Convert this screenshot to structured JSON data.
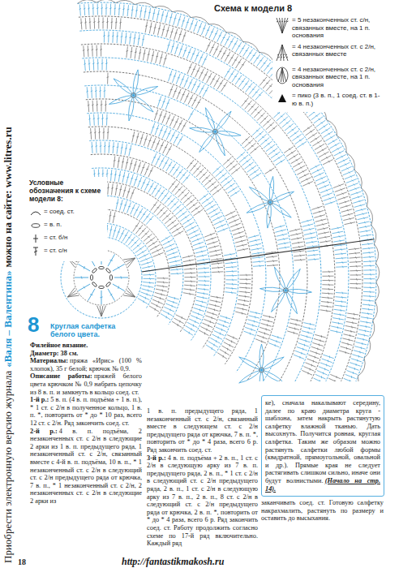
{
  "diagram": {
    "title": "Схема к модели 8",
    "nodes": [
      {
        "text": [
          "ке), сначала накалывают середину, далее по краю диаметра круга - шаблона, затем накрыть растянутую салфетку влажной тканью. Дать высохнуть. Получится ровная, круглая салфетка. Таким же образом можно растянуть салфетки любой формы (квадратной, прямоугольной, овальной и др.). Прямые края не следует растягивать слишком сильно, иначе они будут волнистыми.",
          "(Начало на стр. 14)."
        ]
      }
    ],
    "labels": [
      "Приобрести электронную версию журнала",
      "«Валя – Валентина»",
      "можно на сайте: www.litres.ru",
      "Условные обозначения к схеме модели 8:",
      "8",
      "Круглая салфетка белого цвета.",
      "Филейное вязание.",
      "Диаметр: 38 см.",
      "Материалы:",
      "пряжа «Ирис» (100 % хлопок), 35 г белой; крючок № 0,9.",
      "Описание работы:",
      "пряжей белого цвета крючком № 0,9 набрать цепочку из 8 в. п. и замкнуть в кольцо соед. ст.",
      "1-й р.:",
      "5 в. п. (4 в. п. подъёма + 1 в. п.), * 1 ст. с 2/н в полученное кольцо, 1 в. п. *, повторить от * до * 10 раз, всего 12 ст. с 2/н. Ряд закончить соед. ст.",
      "2-й р.:",
      "4 в. п. подъёма, 2 незаконченных ст. с 2/н в следующие 2 арки из 1 в. п. предыдущего ряда, 1 незаконченный ст. с 2/н, связанный вместе с 4-й в. п. подъёма, 10 в. п., * 1 незаконченный ст. с 2/н в следующий ст. с 2/н предыдущего ряда от крючка, 7 в. п., * 1 незаконченный ст. с 2/н, 2 незаконченных ст. с 2/н в следующие 2 арки из",
      "1 в. п. предыдущего ряда, 1 незаконченный ст. с 2/н, связанный вместе в следующем ст. с 2/н предыдущего ряда от крючка, 7 в. п. *, повторить от * до * 4 раза, всего 6 р. Ряд закончить соед. ст.",
      "3-й р.:",
      "4 в. п. подъёма + 2 в. п., 1 ст. с 2/н в следующую арку из 7 в. п. предыдущего ряда, 2 в. п., * 1 ст. с 2/н в следующий ст. с 2/н предыдущего ряда, 2 в. п., 1 ст. с 2/н в следующую арку из 7 в. п., 2 в. п., 8 ст. с 2/н в следующий ст. с 2/н предыдущего ряда от крючка, 2 в. п. *, повторить от * до * 4 раза, всего 6 р. Ряд закончить соед. ст. Работу продолжить согласно схеме по 17-й ряд включительно. Каждый ряд",
      "заканчивать соед. ст. Готовую салфетку накрахмалить, растянуть по размеру и оставить до высыхания.",
      "18",
      "http://fantastikmakosh.ru"
    ],
    "legend": [
      {
        "text": "= 5 незаконченных ст. с/н, связанных вместе, на 1 п. основания"
      },
      {
        "text": "= 4 незаконченных ст. с 2/н, связанных вместе"
      },
      {
        "text": "= 4 незаконченных ст. с 2/н, связанных вместе, на 1 п. основания"
      },
      {
        "text": "= пико (3 в. п., 1 соед. ст. в 1-ю в. п.)"
      },
      {
        "text": "= соед. ст."
      },
      {
        "text": "= в. п."
      },
      {
        "text": "= ст. б/н"
      },
      {
        "text": "= ст. с/н"
      }
    ]
  }
}
